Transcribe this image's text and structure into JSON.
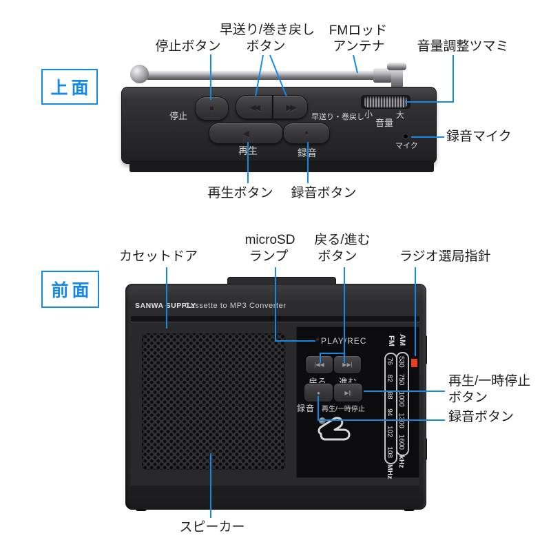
{
  "palette": {
    "callout_blue": "#1489e8",
    "label_text": "#1c1c1c",
    "device_black": "#28282b",
    "device_print": "#d8d8d8",
    "tuning_indicator_red": "#e8401c",
    "antenna_silver": "#b9b9bd"
  },
  "top_section": {
    "badge": "上面",
    "callouts": {
      "stop": "停止ボタン",
      "ff_rew_1": "早送り/巻き戻し",
      "ff_rew_2": "ボタン",
      "antenna_1": "FMロッド",
      "antenna_2": "アンテナ",
      "volume": "音量調整ツマミ",
      "rec_mic": "録音マイク",
      "play": "再生ボタン",
      "record": "録音ボタン"
    },
    "print": {
      "stop": "停止",
      "ff_rew": "早送り・巻戻し",
      "vol_min": "小",
      "vol": "音量",
      "vol_max": "大",
      "mic": "マイク",
      "play": "再生",
      "record": "録音"
    },
    "icons": {
      "stop": "■",
      "rewind": "◀◀",
      "fast_forward": "▶▶",
      "play": "◀",
      "record": "●"
    }
  },
  "front_section": {
    "badge": "前面",
    "callouts": {
      "cassette_door": "カセットドア",
      "microsd_1": "microSD",
      "microsd_2": "ランプ",
      "back_fwd_1": "戻る/進む",
      "back_fwd_2": "ボタン",
      "tuning": "ラジオ選局指針",
      "play_pause_1": "再生/一時停止",
      "play_pause_2": "ボタン",
      "record": "録音ボタン",
      "speaker": "スピーカー"
    },
    "print": {
      "brand": "SANWA SUPPLY",
      "product": "Cassette to MP3 Converter",
      "play_rec": "PLAY/REC",
      "back": "戻る",
      "forward": "進む",
      "record": "録音",
      "play_pause": "再生/一時停止"
    },
    "icons": {
      "prev": "|◀◀",
      "next": "▶▶|",
      "record": "●",
      "play_pause": "▶||"
    },
    "dial": {
      "fm": "FM",
      "fm_values": [
        "76",
        "82",
        "88",
        "94",
        "102",
        "108"
      ],
      "fm_unit": "MHz",
      "am": "AM",
      "am_values": [
        "530",
        "750",
        "1000",
        "1300",
        "1600"
      ],
      "am_unit": "kHz"
    }
  }
}
